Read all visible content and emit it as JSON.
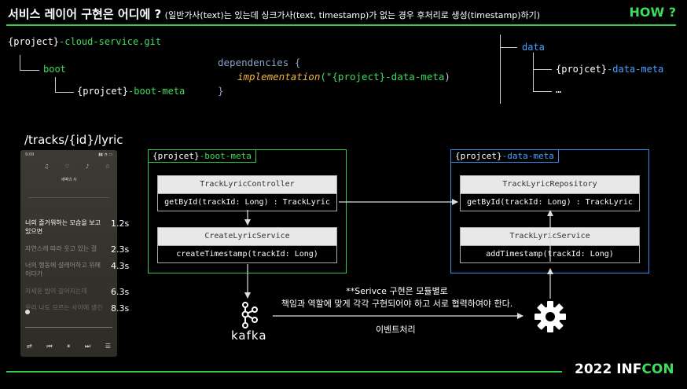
{
  "header": {
    "title_main": "서비스 레이어 구현은 어디에 ?",
    "title_sub": "(일반가사(text)는 있는데 싱크가사(text, timestamp)가 없는 경우 후처리로 생성(timestamp)하기)",
    "how": "HOW ?"
  },
  "left_tree": {
    "root_var": "{project}",
    "root_suffix": "-cloud-service.git",
    "child": "boot",
    "grandchild_var": "{projcet}",
    "grandchild_suffix": "-boot-meta"
  },
  "code": {
    "line1": "dependencies {",
    "impl": "implementation",
    "str": "(\"{project}-data-meta",
    "close_paren": ")",
    "line3": "}"
  },
  "right_tree": {
    "root": "data",
    "child_var": "{projcet}",
    "child_suffix": "-data-meta",
    "ellipsis": "…"
  },
  "phone": {
    "path": "/tracks/{id}/lyric",
    "status_time": "9:09",
    "status_icons": "▮▮ ◔ ▭",
    "icons": "♫ ♡ ♪ ☆",
    "song_title": "새벽의 사",
    "lyrics": [
      {
        "text": "너의 즐거워하는 모습을 보고 있으면",
        "time": "1.2s"
      },
      {
        "text": "자연스레 따라 웃고 있는 걸",
        "time": "2.3s"
      },
      {
        "text": "너의 행동에 설레어하고 위해 이다가",
        "time": "4.3s"
      },
      {
        "text": "자세운 밤이 깊어지는데",
        "time": "6.3s"
      },
      {
        "text": "우리 나도 모르는 사이에 생긴",
        "time": "8.3s"
      }
    ],
    "controls": [
      "⇄",
      "⏮",
      "⏸",
      "⏭",
      "☰"
    ]
  },
  "boot_box": {
    "label_var": "{projcet}",
    "label_suffix": "-boot-meta",
    "controller_name": "TrackLyricController",
    "controller_method": "getById(trackId: Long) : TrackLyric",
    "service_name": "CreateLyricService",
    "service_method": "createTimestamp(trackId: Long)"
  },
  "data_box": {
    "label_var": "{projcet}",
    "label_suffix": "-data-meta",
    "repo_name": "TrackLyricRepository",
    "repo_method": "getById(trackId: Long) : TrackLyric",
    "service_name": "TrackLyricService",
    "service_method": "addTimestamp(trackId: Long)"
  },
  "note": {
    "line1": "**Serivce 구현은 모듈별로",
    "line2": "책임과 역할에 맞게 각각 구현되어야 하고 서로 협력하여야 한다."
  },
  "event_label": "이벤트처리",
  "kafka_label": "kafka",
  "brand": {
    "year": "2022 INF",
    "con": "CON"
  },
  "colors": {
    "accent_green": "#3ddc5a",
    "accent_blue": "#4aa3ff",
    "code_keyword": "#8aa2c8",
    "code_impl": "#f2b53b"
  }
}
